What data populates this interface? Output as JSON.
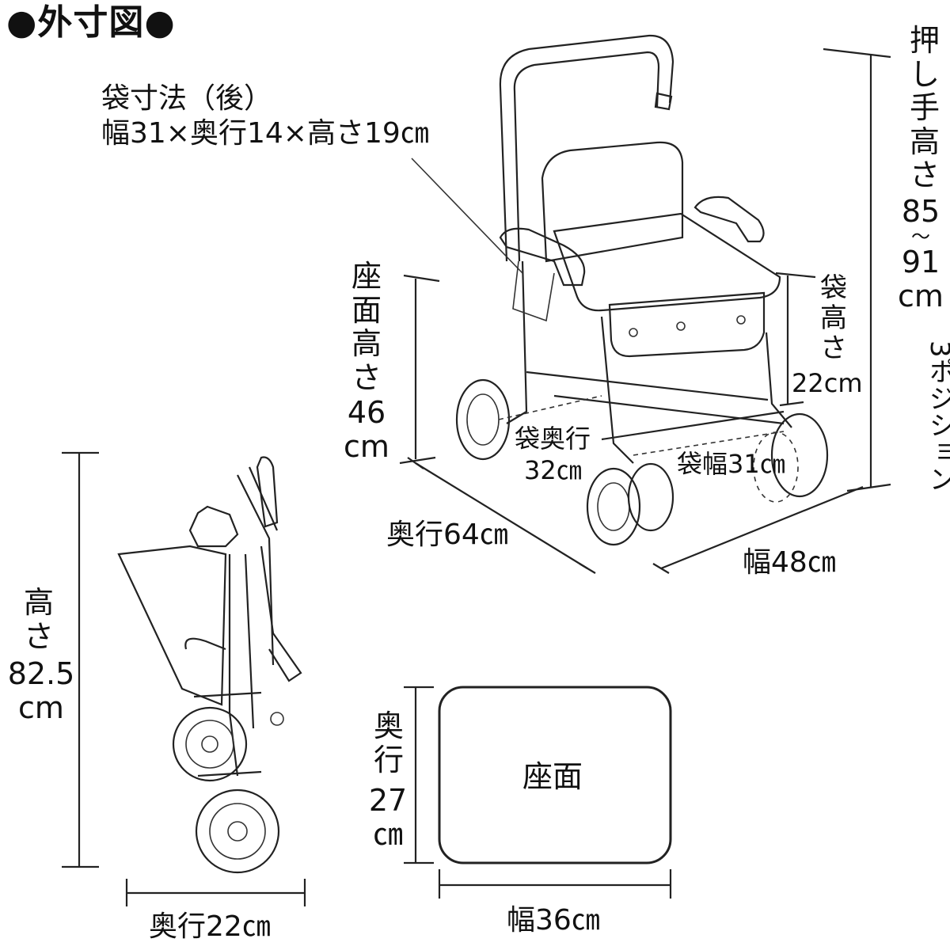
{
  "title": "●外寸図●",
  "bag_note": {
    "line1": "袋寸法（後）",
    "line2": "幅31×奥行14×高さ19㎝"
  },
  "push_handle": {
    "chars": [
      "押",
      "し",
      "手",
      "高",
      "さ"
    ],
    "value_lines": [
      "85",
      "～",
      "91",
      "cm"
    ],
    "positions": "3ポジション"
  },
  "seat_height": {
    "chars": [
      "座",
      "面",
      "高",
      "さ"
    ],
    "value_lines": [
      "46",
      "cm"
    ]
  },
  "bag_height": {
    "chars": [
      "袋",
      "高",
      "さ"
    ],
    "value": "22cm"
  },
  "bag_depth": {
    "line1": "袋奥行",
    "line2": "32㎝"
  },
  "bag_width": "袋幅31㎝",
  "depth_main": "奥行64㎝",
  "width_main": "幅48㎝",
  "folded_height": {
    "chars": [
      "高",
      "さ"
    ],
    "value_lines": [
      "82.5",
      "cm"
    ]
  },
  "folded_depth": "奥行22㎝",
  "seat_surface": {
    "label": "座面",
    "depth_chars": [
      "奥",
      "行"
    ],
    "depth_value_lines": [
      "27",
      "㎝"
    ],
    "width": "幅36㎝"
  }
}
